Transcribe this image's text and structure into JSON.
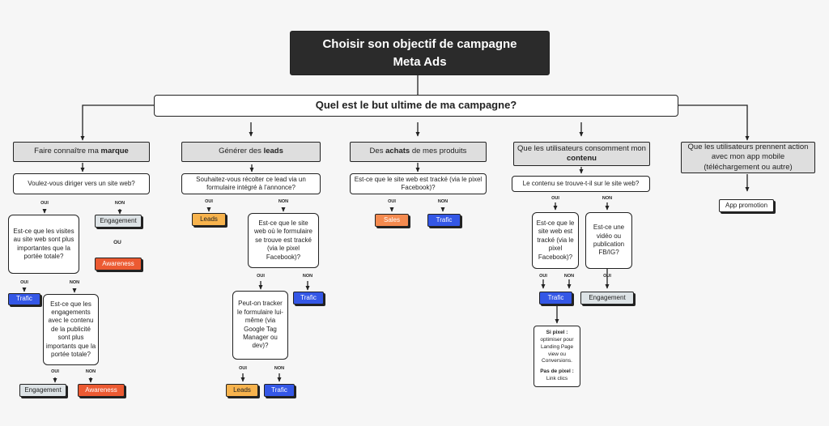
{
  "title": [
    "Choisir son objectif de campagne",
    "Meta Ads"
  ],
  "main_question": "Quel est le but ultime de ma campagne?",
  "categories": [
    {
      "pre": "Faire connaître ma ",
      "bold": "marque",
      "post": ""
    },
    {
      "pre": "Générer des ",
      "bold": "leads",
      "post": ""
    },
    {
      "pre": "Des ",
      "bold": "achats",
      "post": " de mes produits"
    },
    {
      "pre": "Que les utilisateurs consomment mon ",
      "bold": "contenu",
      "post": ""
    },
    {
      "pre": "Que les utilisateurs prennent action avec mon app mobile (téléchargement ou autre)",
      "bold": "",
      "post": ""
    }
  ],
  "questions": {
    "c1_q1": "Voulez-vous diriger vers un site web?",
    "c1_q2": "Est-ce que les visites au site web sont plus importantes que la portée totale?",
    "c1_q3": "Est-ce que les engagements avec le contenu de la publicité sont plus importants que la portée totale?",
    "c2_q1": "Souhaitez-vous récolter ce lead via un formulaire intégré à l’annonce?",
    "c2_q2": "Est-ce que le site web où le formulaire se trouve est tracké (via le pixel Facebook)?",
    "c2_q3": "Peut-on tracker le formulaire lui-même (via Google Tag Manager ou dev)?",
    "c3_q1": "Est-ce que le site web est tracké (via le pixel Facebook)?",
    "c4_q1": "Le contenu se trouve-t-il sur le site web?",
    "c4_q2": "Est-ce que le site web est tracké (via le pixel Facebook)?",
    "c4_q3": "Est-ce une vidéo ou publication FB/IG?"
  },
  "outcomes": {
    "trafic": "Trafic",
    "engagement": "Engagement",
    "awareness": "Awareness",
    "leads": "Leads",
    "sales": "Sales",
    "app": "App promotion"
  },
  "labels": {
    "yes": "OUI",
    "no": "NON",
    "or": "OU"
  },
  "note": {
    "p1_title": "Si pixel :",
    "p1_text": "optimiser pour Landing Page view ou Conversions.",
    "p2_title": "Pas de pixel :",
    "p2_text": "Link clics"
  }
}
